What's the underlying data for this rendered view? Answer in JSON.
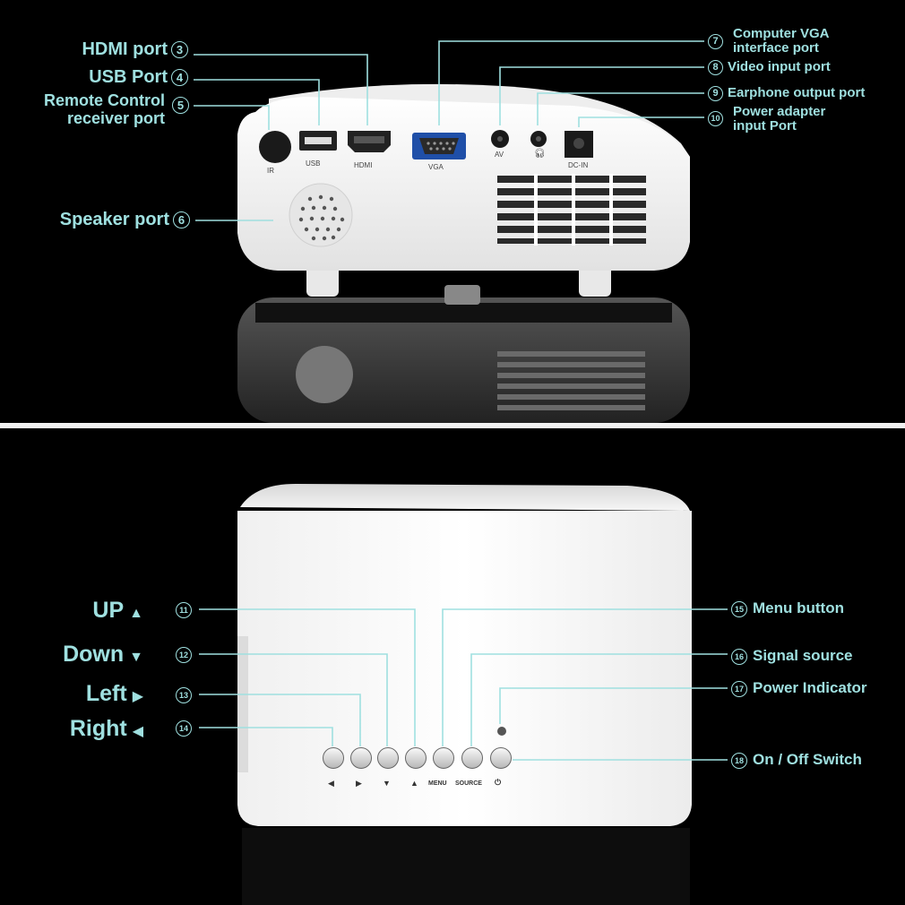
{
  "top_labels": {
    "hdmi": {
      "text": "HDMI port",
      "num": "3"
    },
    "usb": {
      "text": "USB Port",
      "num": "4"
    },
    "remote_1": "Remote Control",
    "remote_2": "receiver port",
    "remote_num": "5",
    "speaker": {
      "text": "Speaker port",
      "num": "6"
    },
    "vga_1": "Computer VGA",
    "vga_2": "interface port",
    "vga_num": "7",
    "video": {
      "text": "Video input port",
      "num": "8"
    },
    "earphone": {
      "text": "Earphone output port",
      "num": "9"
    },
    "power_1": "Power adapter",
    "power_2": "input Port",
    "power_num": "10"
  },
  "port_text": {
    "ir": "IR",
    "usb": "USB",
    "hdmi": "HDMI",
    "vga": "VGA",
    "av": "AV",
    "dcin": "DC-IN"
  },
  "bottom_labels": {
    "up": {
      "text": "UP",
      "num": "11",
      "arrow": "▲"
    },
    "down": {
      "text": "Down",
      "num": "12",
      "arrow": "▼"
    },
    "left": {
      "text": "Left",
      "num": "13",
      "arrow": "▶"
    },
    "right": {
      "text": "Right",
      "num": "14",
      "arrow": "◀"
    },
    "menu": {
      "text": "Menu button",
      "num": "15"
    },
    "signal": {
      "text": "Signal source",
      "num": "16"
    },
    "power_ind": {
      "text": "Power Indicator",
      "num": "17"
    },
    "onoff": {
      "text": "On / Off Switch",
      "num": "18"
    }
  },
  "button_text": {
    "left": "◀",
    "right": "▶",
    "down": "▼",
    "up": "▲",
    "menu": "MENU",
    "source": "SOURCE",
    "power": "⏻"
  },
  "colors": {
    "accent": "#9fe0e0",
    "background": "#000000",
    "body": "#f4f4f4"
  }
}
